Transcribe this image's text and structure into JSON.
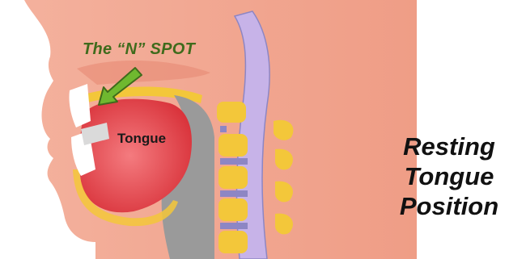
{
  "labels": {
    "n_spot": "The “N” SPOT",
    "tongue": "Tongue"
  },
  "title": {
    "lines": [
      "Resting",
      "Tongue",
      "Position"
    ]
  },
  "colors": {
    "skin": "#f2a48f",
    "tongue": "#e6494f",
    "throat_gray": "#9a9a9a",
    "spine_bone": "#f3c73a",
    "disc": "#8d86c4",
    "spinal_cord": "#c7b3e8",
    "teeth": "#ffffff",
    "arrow_green": "#3f6b1c",
    "label_green": "#3f6b1c"
  }
}
